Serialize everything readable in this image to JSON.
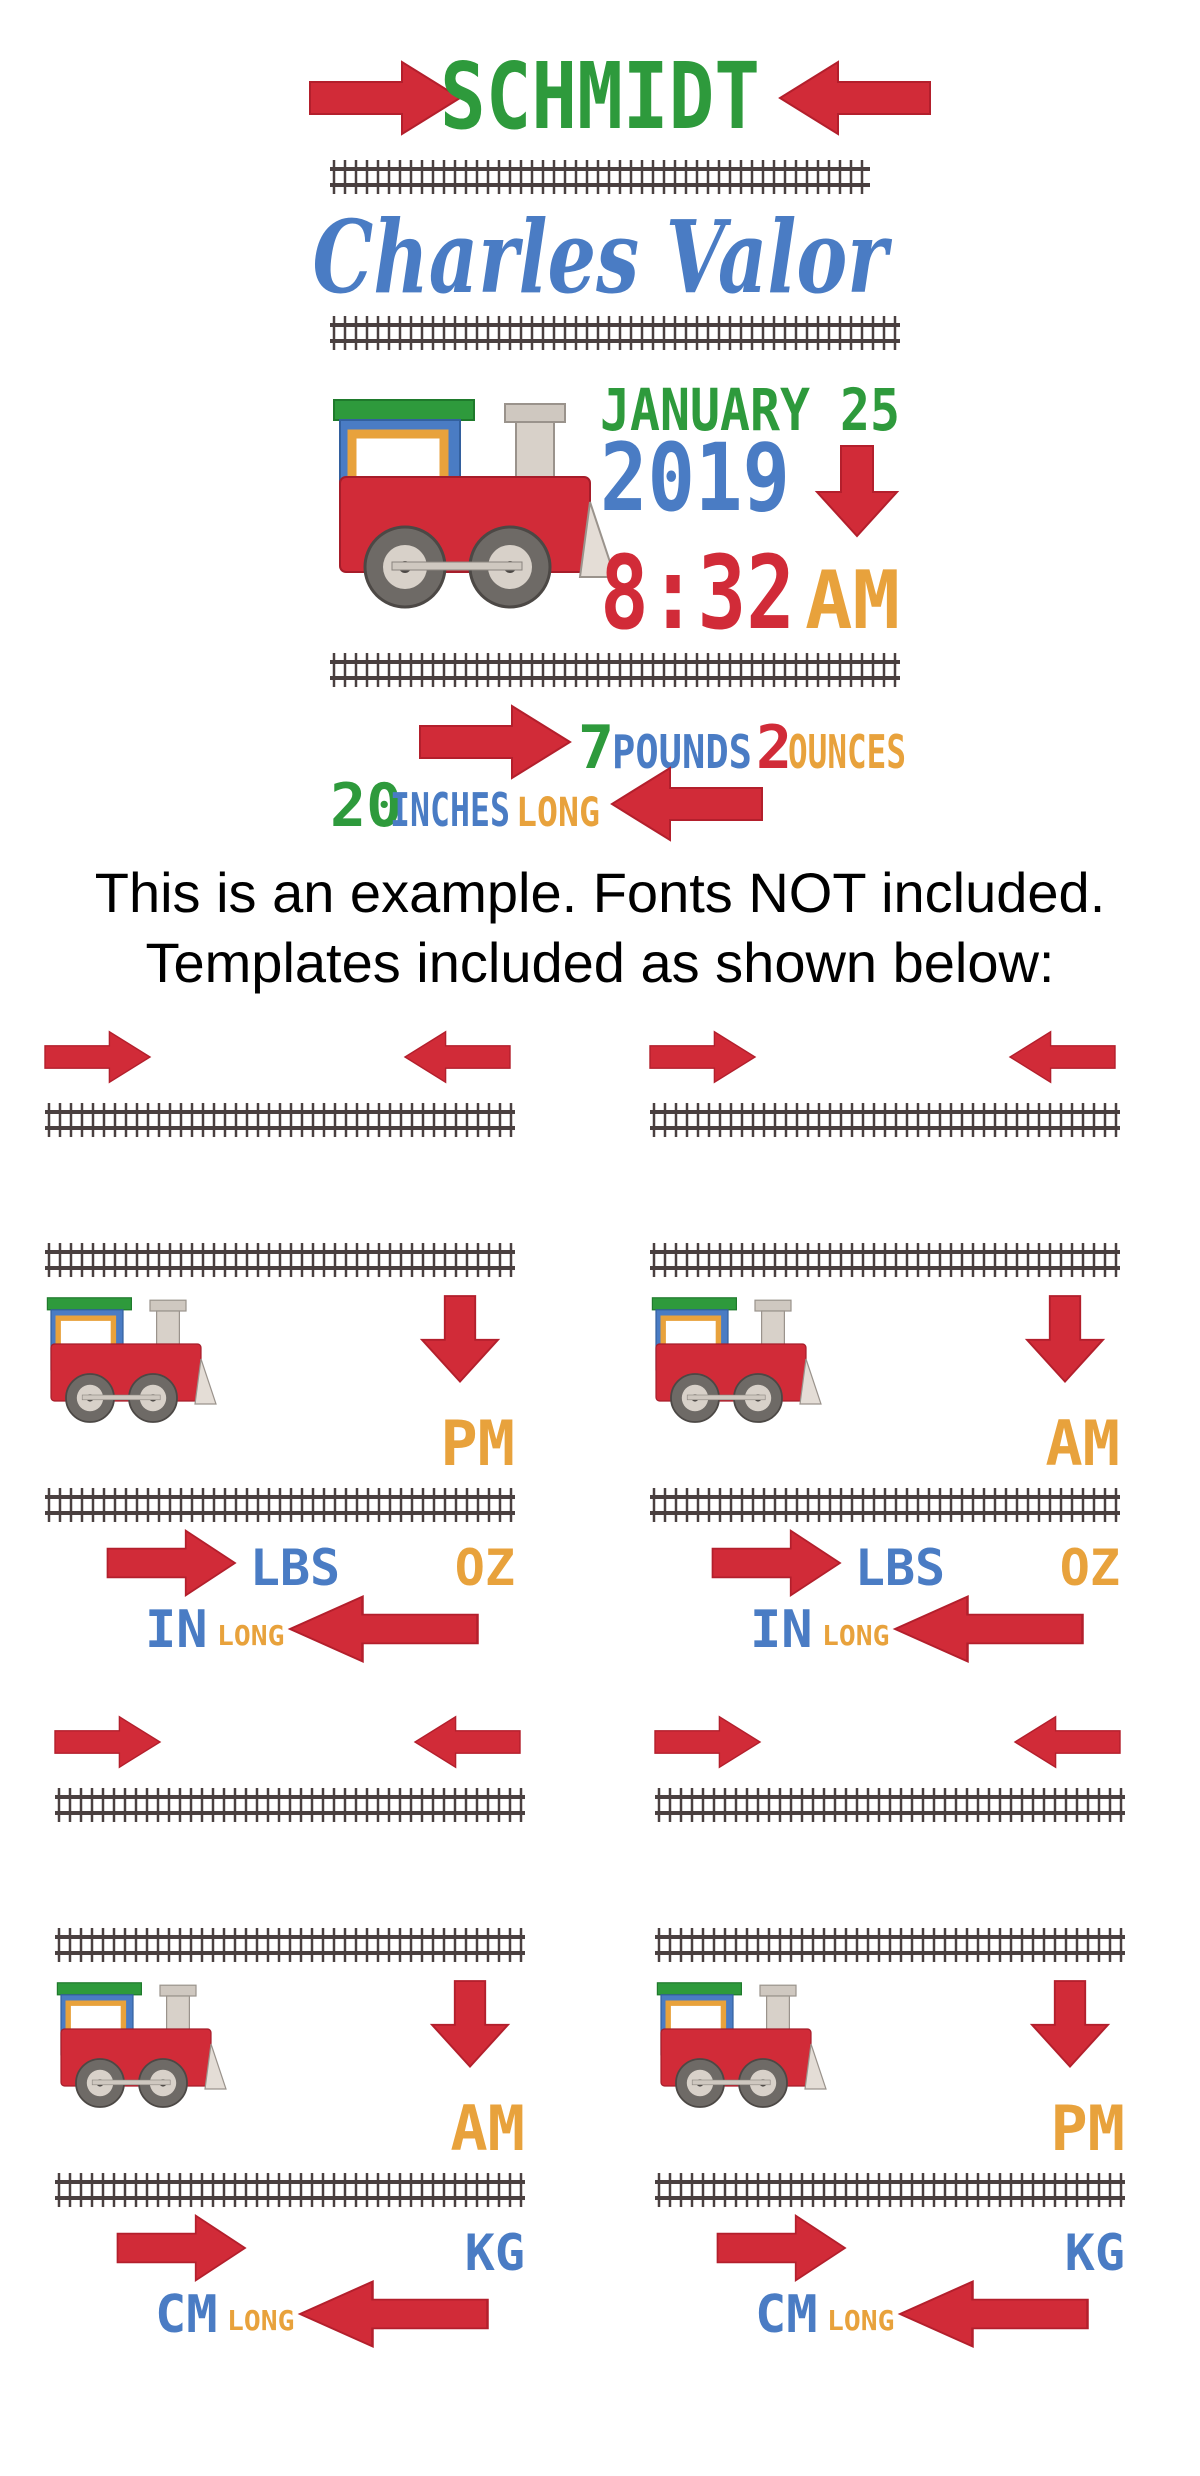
{
  "colors": {
    "red": "#d12b38",
    "green": "#2e9a3c",
    "blue": "#4a7cc4",
    "orange": "#e8a23c",
    "rail": "#4a4040",
    "grey": "#6e6a66"
  },
  "example": {
    "surname": "SCHMIDT",
    "full_name": "Charles Valor",
    "date_line": "JANUARY 25",
    "year": "2019",
    "time": "8:32",
    "meridiem": "AM",
    "weight_pounds": "7",
    "pounds_label": "POUNDS",
    "weight_ounces": "2",
    "ounces_label": "OUNCES",
    "length_value": "20",
    "inches_label": "INCHES",
    "long_label": "LONG"
  },
  "caption": {
    "line1": "This is an example. Fonts NOT included.",
    "line2": "Templates included as shown below:"
  },
  "templates": [
    {
      "meridiem": "PM",
      "weight_unit_major": "LBS",
      "weight_unit_minor": "OZ",
      "length_unit": "IN",
      "length_suffix": "LONG"
    },
    {
      "meridiem": "AM",
      "weight_unit_major": "LBS",
      "weight_unit_minor": "OZ",
      "length_unit": "IN",
      "length_suffix": "LONG"
    },
    {
      "meridiem": "AM",
      "weight_unit_major": "",
      "weight_unit_minor": "KG",
      "length_unit": "CM",
      "length_suffix": "LONG"
    },
    {
      "meridiem": "PM",
      "weight_unit_major": "",
      "weight_unit_minor": "KG",
      "length_unit": "CM",
      "length_suffix": "LONG"
    }
  ],
  "icons": [
    "arrow-right-icon",
    "arrow-left-icon",
    "arrow-down-icon",
    "train-track-icon",
    "train-engine-icon"
  ]
}
